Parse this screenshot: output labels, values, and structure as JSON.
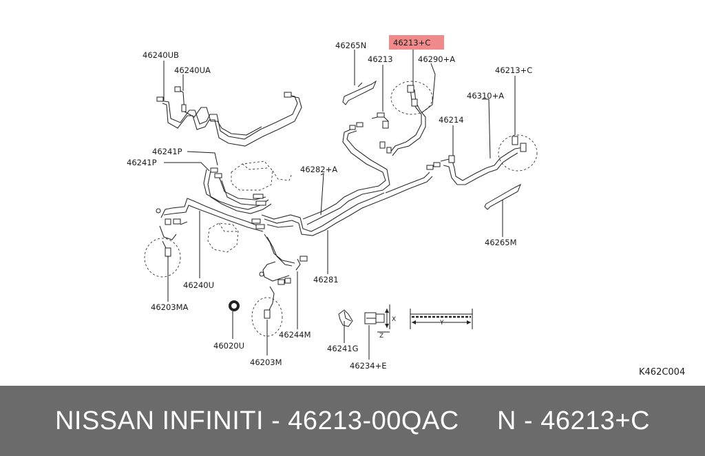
{
  "diagram": {
    "labels": {
      "p46240UB": "46240UB",
      "p46240UA": "46240UA",
      "p46265N": "46265N",
      "p46213C_top": "46213+C",
      "p46213": "46213",
      "p46290A": "46290+A",
      "p46213C_right": "46213+C",
      "p46310A": "46310+A",
      "p46214": "46214",
      "p46241P_a": "46241P",
      "p46241P_b": "46241P",
      "p46282A": "46282+A",
      "p46265M": "46265M",
      "p46240U": "46240U",
      "p46281": "46281",
      "p46203MA": "46203MA",
      "p46244M": "46244M",
      "p46020U": "46020U",
      "p46241G": "46241G",
      "p46203M": "46203M",
      "p46234E": "46234+E",
      "dimX": "X",
      "dimZ": "Z",
      "dimY": "Y",
      "diagram_code": "K462C004"
    },
    "highlight_color": "#f08a8a"
  },
  "footer": {
    "text": "NISSAN INFINITI - 46213-00QAC     N - 46213+C",
    "background": "#6b6b6b"
  }
}
